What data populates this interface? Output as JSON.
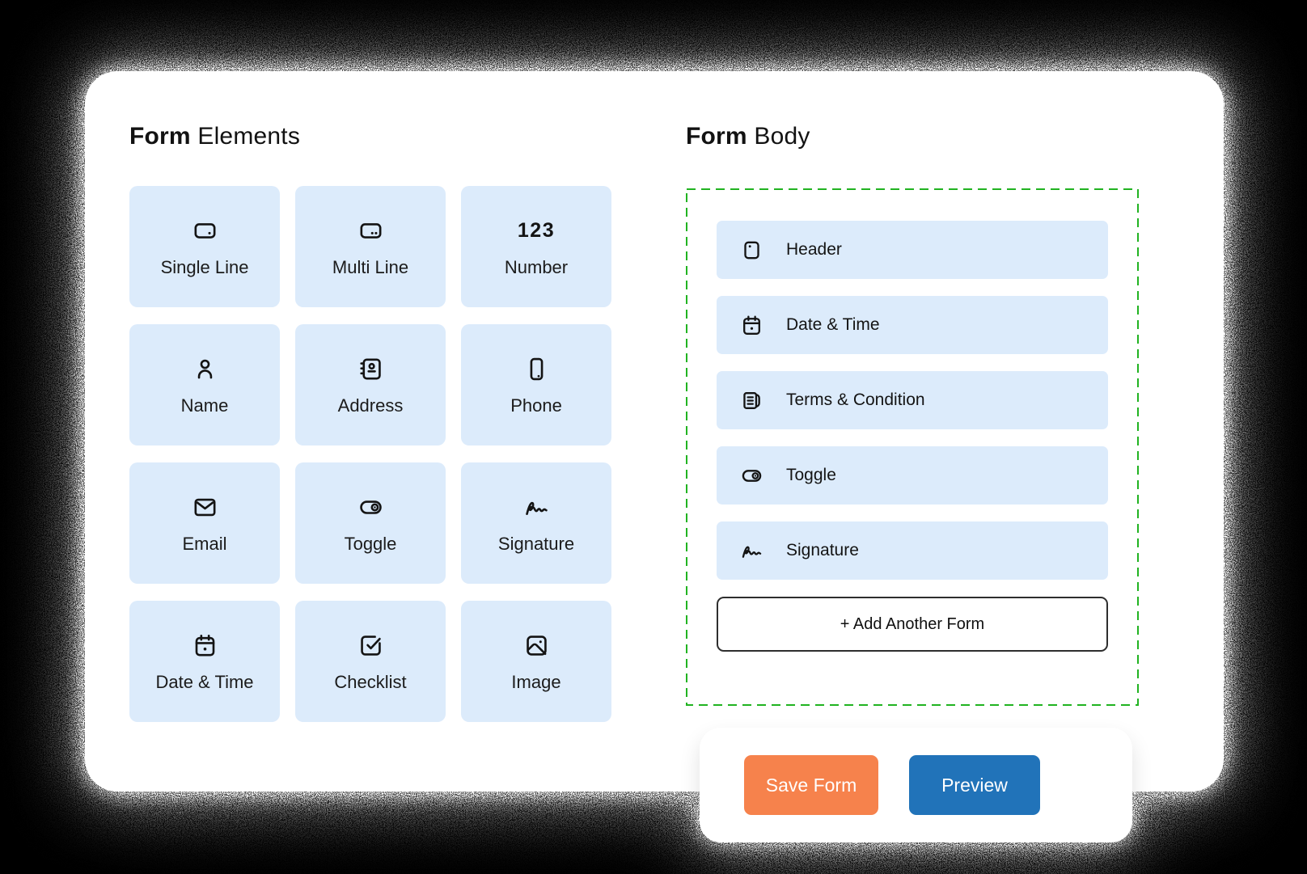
{
  "colors": {
    "background": "#000000",
    "card": "#ffffff",
    "tile_blue": "#DCEBFB",
    "accent_orange": "#F6824C",
    "accent_blue": "#2173B9",
    "dashed_green": "#21B321",
    "text_dark": "#141414"
  },
  "form_elements": {
    "title_bold": "Form",
    "title_regular": "Elements",
    "tiles": [
      {
        "label": "Single Line",
        "icon": "single-line-icon"
      },
      {
        "label": "Multi Line",
        "icon": "multi-line-icon"
      },
      {
        "label": "Number",
        "icon": "number-123-icon"
      },
      {
        "label": "Name",
        "icon": "user-icon"
      },
      {
        "label": "Address",
        "icon": "address-book-icon"
      },
      {
        "label": "Phone",
        "icon": "phone-icon"
      },
      {
        "label": "Email",
        "icon": "email-icon"
      },
      {
        "label": "Toggle",
        "icon": "toggle-icon"
      },
      {
        "label": "Signature",
        "icon": "signature-icon"
      },
      {
        "label": "Date & Time",
        "icon": "calendar-icon"
      },
      {
        "label": "Checklist",
        "icon": "checklist-icon"
      },
      {
        "label": "Image",
        "icon": "image-icon"
      }
    ]
  },
  "form_body": {
    "title_bold": "Form",
    "title_regular": "Body",
    "rows": [
      {
        "label": "Header",
        "icon": "header-icon"
      },
      {
        "label": "Date & Time",
        "icon": "calendar-icon"
      },
      {
        "label": "Terms & Condition",
        "icon": "terms-icon"
      },
      {
        "label": "Toggle",
        "icon": "toggle-icon"
      },
      {
        "label": "Signature",
        "icon": "signature-icon"
      }
    ],
    "add_button_label": "+ Add Another Form"
  },
  "actions": {
    "save_label": "Save Form",
    "preview_label": "Preview"
  }
}
